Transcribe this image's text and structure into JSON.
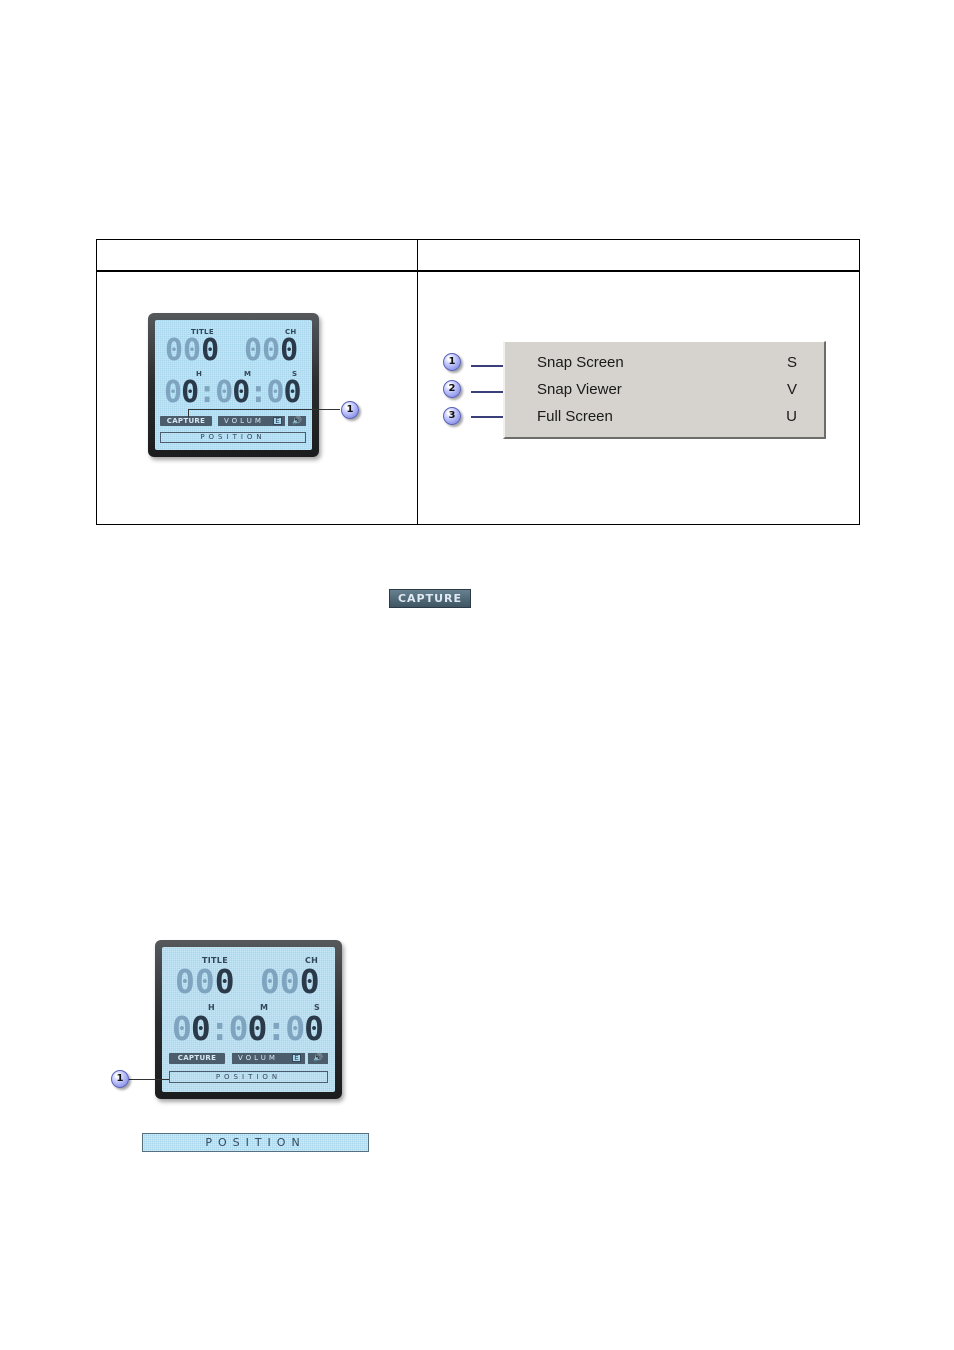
{
  "player": {
    "title_label": "TITLE",
    "ch_label": "CH",
    "title_digits_dim": "00",
    "title_digits_hi": "0",
    "ch_digits_dim": "00",
    "ch_digits_hi": "0",
    "h_label": "H",
    "m_label": "M",
    "s_label": "S",
    "time_h_dim": "0",
    "time_h_hi": "0",
    "time_m_dim": "0",
    "time_m_hi": "0",
    "time_s_dim": "0",
    "time_s_hi": "0",
    "sep": ":",
    "capture_label": "CAPTURE",
    "volume_label": "VOLUM",
    "volume_knob": "E",
    "speaker_glyph": "🔊",
    "position_label": "POSITION"
  },
  "callouts": {
    "one": "1",
    "two": "2",
    "three": "3"
  },
  "context_menu": {
    "items": [
      {
        "label": "Snap Screen",
        "shortcut": "S"
      },
      {
        "label": "Snap Viewer",
        "shortcut": "V"
      },
      {
        "label": "Full Screen",
        "shortcut": "U"
      }
    ]
  },
  "buttons": {
    "capture": "CAPTURE",
    "position": "POSITION"
  },
  "icons": {
    "speaker": "speaker-icon"
  }
}
